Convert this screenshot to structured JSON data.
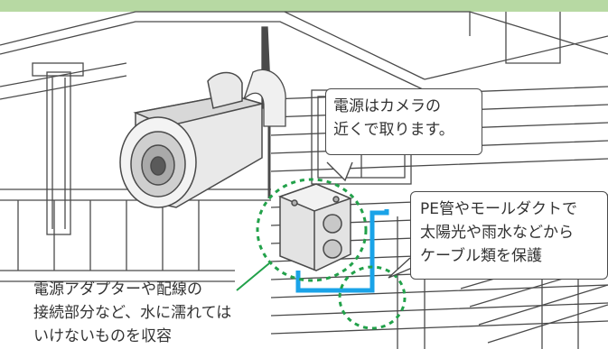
{
  "colors": {
    "header_band": "#b7d9a3",
    "line_art": "#4a4a4a",
    "conduit_blue": "#1aa3e8",
    "dashed_green": "#22a14a",
    "camera_body": "#e9e9e9"
  },
  "icons": [
    "security-camera-icon",
    "junction-box-icon",
    "antenna-icon"
  ],
  "callouts": {
    "power_near_camera": {
      "line1": "電源はカメラの",
      "line2": "近くで取ります。"
    },
    "pe_conduit": {
      "line1": "PE管やモールダクトで",
      "line2": "太陽光や雨水などから",
      "line3": "ケーブル類を保護"
    }
  },
  "note": {
    "line1": "電源アダプターや配線の",
    "line2": "接続部分など、水に濡れては",
    "line3": "いけないものを収容"
  }
}
